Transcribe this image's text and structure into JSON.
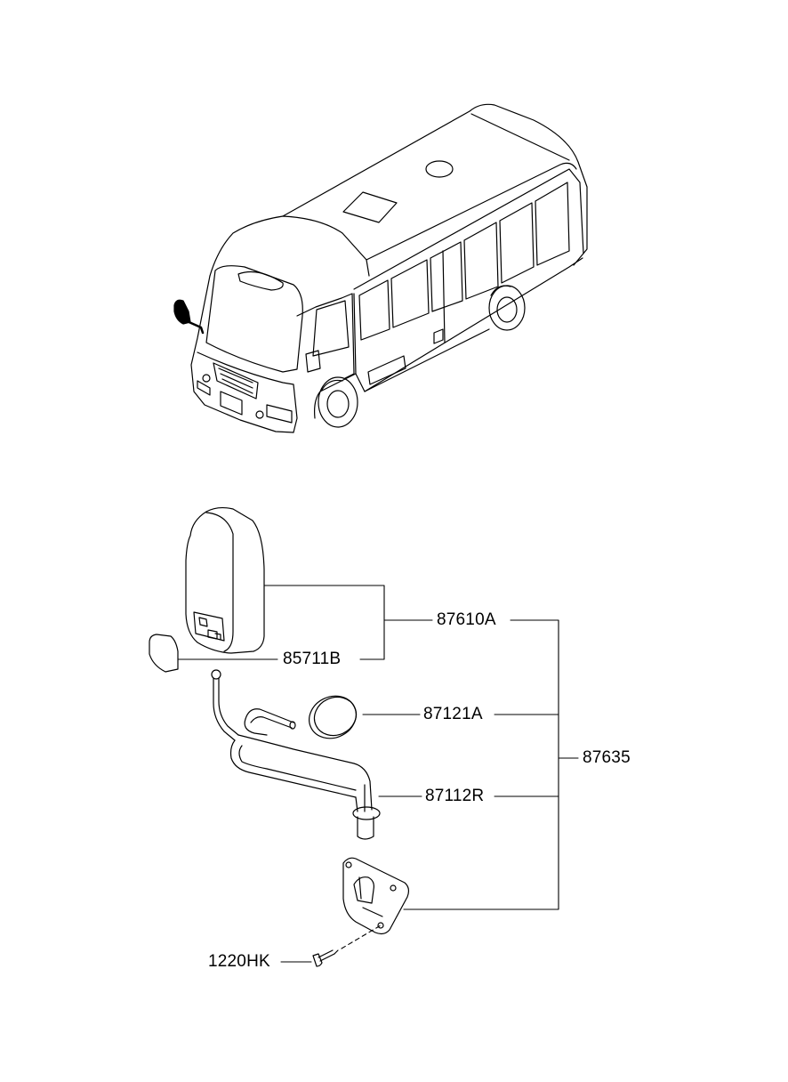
{
  "diagram": {
    "parts": [
      {
        "id": "mirror_assembly",
        "number": "87610A"
      },
      {
        "id": "mirror_glass_small",
        "number": "85711B"
      },
      {
        "id": "round_mirror",
        "number": "87121A"
      },
      {
        "id": "mirror_stay",
        "number": "87112R"
      },
      {
        "id": "complete_assembly",
        "number": "87635"
      },
      {
        "id": "screw",
        "number": "1220HK"
      }
    ]
  }
}
